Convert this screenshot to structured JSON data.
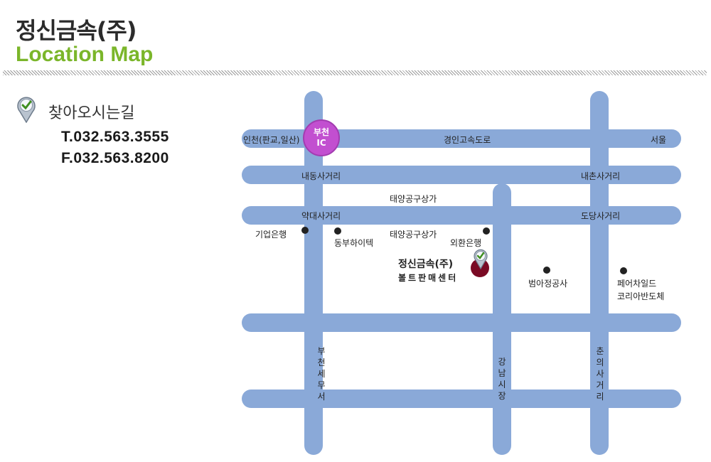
{
  "header": {
    "company": "정신금속(주)",
    "location_map": "Location Map"
  },
  "contact": {
    "directions_title": "찾아오시는길",
    "phone": "T.032.563.3555",
    "fax": "F.032.563.8200"
  },
  "map": {
    "roads": {
      "road1_left": "인천(판교,일산)",
      "road1_center": "경인고속도로",
      "road1_right": "서울",
      "road2_left": "내동사거리",
      "road2_right": "내촌사거리",
      "road3_left": "약대사거리",
      "road3_right": "도당사거리",
      "v1": "부천세무서",
      "v2": "강남시장",
      "v3": "춘의사거리"
    },
    "ic": {
      "line1": "부천",
      "line2": "IC"
    },
    "landmarks": {
      "taeyang_top": "태양공구상가",
      "taeyang_mid": "태양공구상가",
      "bank1": "기업은행",
      "dongbu": "동부하이텍",
      "exchange_bank": "외환은행",
      "beomah": "범아정공사",
      "fairchild_1": "페어차일드",
      "fairchild_2": "코리아반도체"
    },
    "company_marker": {
      "name": "정신금속(주)",
      "sub": "볼트판매센터"
    },
    "colors": {
      "road": "#8aa9d8",
      "ic": "#c24fd0",
      "marker": "#7a0a24",
      "accent_green": "#7bb62a"
    }
  }
}
